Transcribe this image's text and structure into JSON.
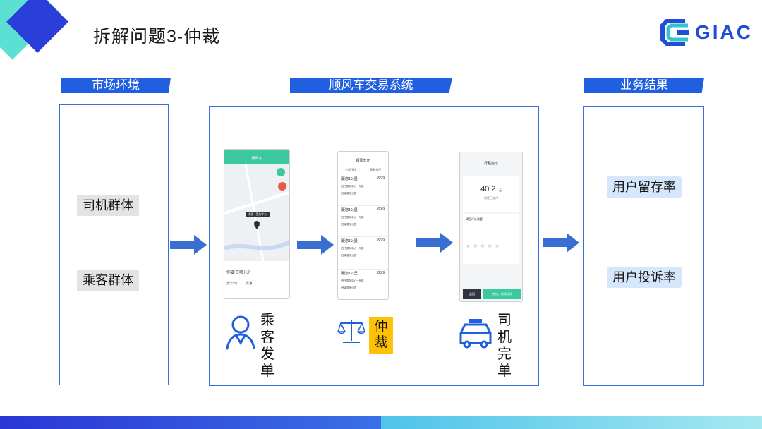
{
  "slide": {
    "title": "拆解问题3-仲裁"
  },
  "logo": {
    "text": "GIAC"
  },
  "sections": {
    "market": {
      "header": "市场环境",
      "items": [
        "司机群体",
        "乘客群体"
      ]
    },
    "system": {
      "header": "顺风车交易系统"
    },
    "result": {
      "header": "业务结果",
      "items": [
        "用户留存率",
        "用户投诉率"
      ]
    }
  },
  "phones": {
    "passenger": {
      "title": "顺风车",
      "map_label": "快速 · 签约中心",
      "prompt": "你要去哪儿?",
      "opt1": "去公司",
      "opt2": "去家"
    },
    "hall": {
      "title": "顺风大厅",
      "filter1": "全部行程",
      "filter2": "智能排序",
      "orders": [
        {
          "dist": "距您1公里",
          "price": "66.9",
          "from": "西子国际中心一号楼",
          "to": "西溪湿地公园"
        },
        {
          "dist": "距您1公里",
          "price": "69.9",
          "from": "西子国际中心一号楼",
          "to": "西溪湿地公园"
        },
        {
          "dist": "距您1公里",
          "price": "66.9",
          "from": "西子国际中心一号楼",
          "to": "西溪湿地公园"
        },
        {
          "dist": "距您1公里",
          "price": "86.9",
          "from": "西子国际中心一号楼",
          "to": "西溪湿地公园"
        }
      ]
    },
    "driver": {
      "title": "行程完成",
      "fare": "40.2",
      "fare_unit": "元",
      "fare_note": "乘客已支付",
      "rate_label": "请您评价乘客",
      "btn1": "返回",
      "btn2": "完成，继续接单"
    }
  },
  "actors": {
    "passenger": "乘客发单",
    "arbiter": "仲裁",
    "driver": "司机完单"
  }
}
